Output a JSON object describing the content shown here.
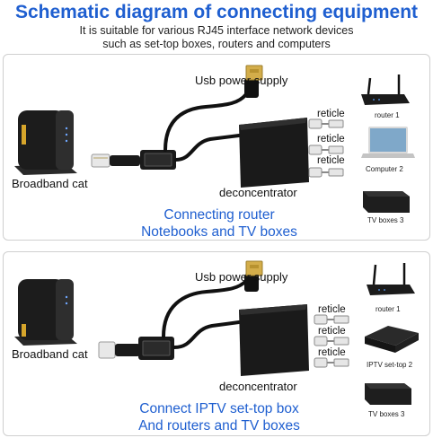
{
  "header": {
    "title": "Schematic diagram of connecting equipment",
    "subtitle_line1": "It is suitable for various RJ45 interface network devices",
    "subtitle_line2": "such as set-top boxes, routers and computers"
  },
  "panels": [
    {
      "usb_label": "Usb power supply",
      "source_label": "Broadband cat",
      "splitter_label": "deconcentrator",
      "reticle_labels": [
        "reticle",
        "reticle",
        "reticle"
      ],
      "devices": [
        {
          "label": "router 1",
          "icon": "router-icon"
        },
        {
          "label": "Computer 2",
          "icon": "laptop-icon"
        },
        {
          "label": "TV boxes 3",
          "icon": "tv-box-icon"
        }
      ],
      "caption_line1": "Connecting router",
      "caption_line2": "Notebooks and TV boxes"
    },
    {
      "usb_label": "Usb power supply",
      "source_label": "Broadband cat",
      "splitter_label": "deconcentrator",
      "reticle_labels": [
        "reticle",
        "reticle",
        "reticle"
      ],
      "devices": [
        {
          "label": "router 1",
          "icon": "router-icon"
        },
        {
          "label": "IPTV set-top 2",
          "icon": "set-top-box-icon"
        },
        {
          "label": "TV boxes 3",
          "icon": "tv-box-icon"
        }
      ],
      "caption_line1": "Connect IPTV set-top box",
      "caption_line2": "And routers and TV boxes"
    }
  ],
  "colors": {
    "title": "#1f5fd0",
    "caption": "#1f5fd0",
    "device_body": "#1a1a1a",
    "usb_gold": "#c9a447"
  }
}
